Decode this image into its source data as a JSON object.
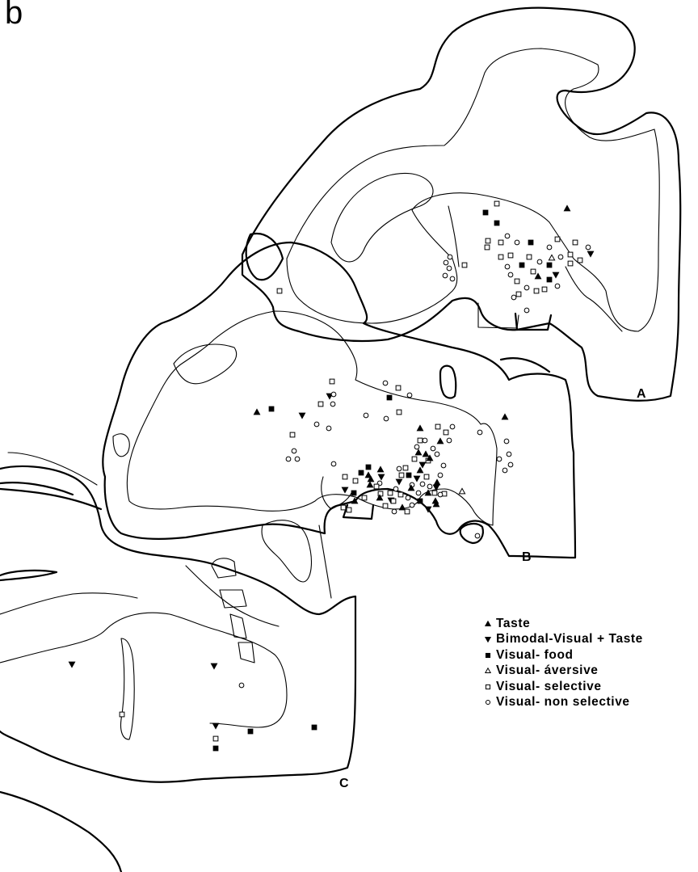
{
  "figure": {
    "panel_letter": "b",
    "section_labels": {
      "A": "A",
      "B": "B",
      "C": "C"
    }
  },
  "legend": [
    {
      "key": "taste",
      "symbol": "filled-triangle-up",
      "label": "Taste"
    },
    {
      "key": "bimodal",
      "symbol": "filled-triangle-down",
      "label": "Bimodal-Visual + Taste"
    },
    {
      "key": "visual_food",
      "symbol": "filled-square",
      "label": "Visual- food"
    },
    {
      "key": "visual_aversive",
      "symbol": "open-triangle-up",
      "label": "Visual- áversive"
    },
    {
      "key": "visual_selective",
      "symbol": "open-square",
      "label": "Visual- selective"
    },
    {
      "key": "visual_nonselective",
      "symbol": "open-circle",
      "label": "Visual- non selective"
    }
  ]
}
